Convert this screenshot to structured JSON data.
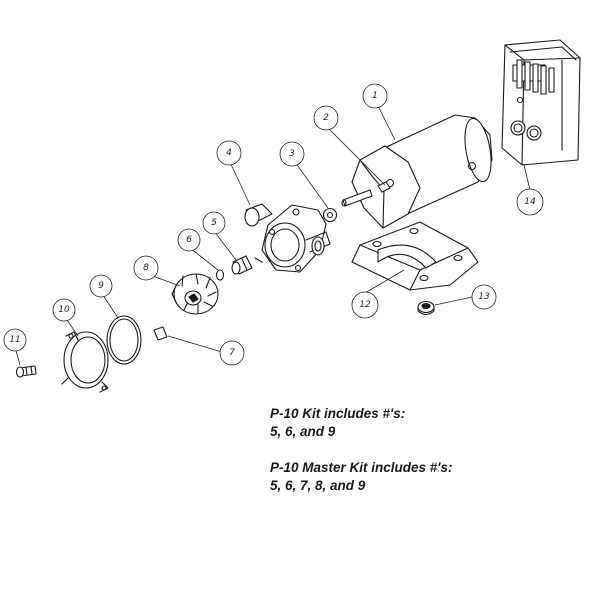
{
  "callouts": [
    {
      "id": "1",
      "label": "1"
    },
    {
      "id": "2",
      "label": "2"
    },
    {
      "id": "3",
      "label": "3"
    },
    {
      "id": "4",
      "label": "4"
    },
    {
      "id": "5",
      "label": "5"
    },
    {
      "id": "6",
      "label": "6"
    },
    {
      "id": "7",
      "label": "7"
    },
    {
      "id": "8",
      "label": "8"
    },
    {
      "id": "9",
      "label": "9"
    },
    {
      "id": "10",
      "label": "10"
    },
    {
      "id": "11",
      "label": "11"
    },
    {
      "id": "12",
      "label": "12"
    },
    {
      "id": "13",
      "label": "13"
    },
    {
      "id": "14",
      "label": "14"
    }
  ],
  "kits": [
    {
      "title": "P-10 Kit includes #'s:",
      "items": "5, 6,  and 9"
    },
    {
      "title": "P-10 Master Kit includes #'s:",
      "items": "5, 6, 7, 8, and 9"
    }
  ]
}
